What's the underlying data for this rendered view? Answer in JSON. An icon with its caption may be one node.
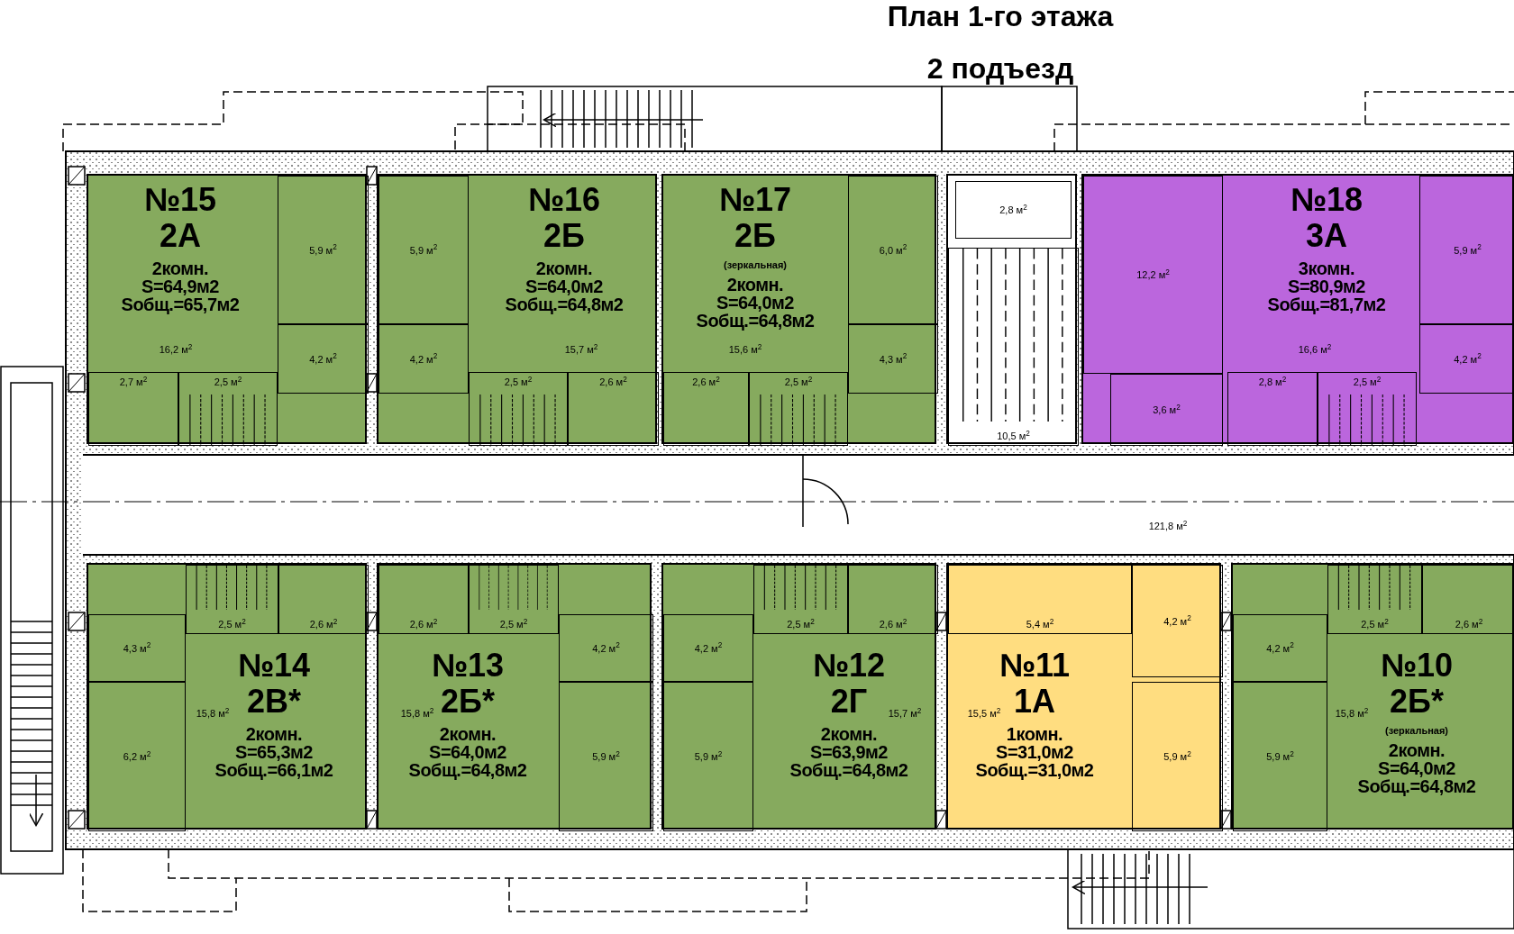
{
  "diagram": {
    "title": "План 1-го этажа",
    "nodes": [
      {
        "text": [
          "№15",
          "2А",
          "2комн.",
          "S=64,9м2",
          "Sобщ.=65,7м2",
          "16,2 м$^{2}$"
        ]
      },
      {
        "text": [
          "5,9 м$^{2}$"
        ],
        "in": 0
      },
      {
        "text": [
          "4,2 м$^{2}$"
        ],
        "in": 0
      },
      {
        "text": [
          "2,7 м$^{2}$"
        ],
        "in": 0
      },
      {
        "text": [
          "2,5 м$^{2}$"
        ],
        "in": 0
      },
      {
        "text": [
          "№16",
          "2Б",
          "2комн.",
          "S=64,0м2",
          "Sобщ.=64,8м2",
          "15,7 м$^{2}$"
        ]
      },
      {
        "text": [
          "5,9 м$^{2}$"
        ],
        "in": 5
      },
      {
        "text": [
          "4,2 м$^{2}$"
        ],
        "in": 5
      },
      {
        "text": [
          "2,5 м$^{2}$"
        ],
        "in": 5
      },
      {
        "text": [
          "2,6 м$^{2}$"
        ],
        "in": 5
      },
      {
        "text": [
          "№17",
          "2Б",
          "(зеркальная)",
          "2комн.",
          "S=64,0м2",
          "Sобщ.=64,8м2",
          "15,6 м$^{2}$"
        ]
      },
      {
        "text": [
          "6,0 м$^{2}$"
        ],
        "in": 10
      },
      {
        "text": [
          "4,3 м$^{2}$"
        ],
        "in": 10
      },
      {
        "text": [
          "2,6 м$^{2}$"
        ],
        "in": 10
      },
      {
        "text": [
          "2,5 м$^{2}$"
        ],
        "in": 10
      },
      {
        "text": [],
        "shape": "box"
      },
      {
        "text": [
          "2,8 м$^{2}$"
        ],
        "in": 15
      },
      {
        "text": [
          "10,5 м$^{2}$"
        ],
        "in": 15
      },
      {
        "text": [
          "№18",
          "3А",
          "3комн.",
          "S=80,9м2",
          "Sобщ.=81,7м2",
          "16,6 м$^{2}$"
        ]
      },
      {
        "text": [
          "12,2 м$^{2}$"
        ],
        "in": 18
      },
      {
        "text": [
          "3,6 м$^{2}$"
        ],
        "in": 18
      },
      {
        "text": [
          "5,9 м$^{2}$"
        ],
        "in": 18
      },
      {
        "text": [
          "4,2 м$^{2}$"
        ],
        "in": 18
      },
      {
        "text": [
          "2,8 м$^{2}$"
        ],
        "in": 18
      },
      {
        "text": [
          "2,5 м$^{2}$"
        ],
        "in": 18
      },
      {
        "text": [
          "121,8 м$^{2}$"
        ]
      },
      {
        "text": [
          "№14",
          "15,8 м$^{2}$",
          "2В*",
          "2комн.",
          "S=65,3м2",
          "Sобщ.=66,1м2"
        ]
      },
      {
        "text": [
          "2,5 м$^{2}$"
        ],
        "in": 26
      },
      {
        "text": [
          "2,6 м$^{2}$"
        ],
        "in": 26
      },
      {
        "text": [
          "4,3 м$^{2}$"
        ],
        "in": 26
      },
      {
        "text": [
          "6,2 м$^{2}$"
        ],
        "in": 26
      },
      {
        "text": [
          "№13",
          "15,8 м$^{2}$",
          "2Б*",
          "2комн.",
          "S=64,0м2",
          "Sобщ.=64,8м2"
        ]
      },
      {
        "text": [
          "2,6 м$^{2}$"
        ],
        "in": 31
      },
      {
        "text": [
          "2,5 м$^{2}$"
        ],
        "in": 31
      },
      {
        "text": [
          "4,2 м$^{2}$"
        ],
        "in": 31
      },
      {
        "text": [
          "5,9 м$^{2}$"
        ],
        "in": 31
      },
      {
        "text": [
          "№12",
          "2Г",
          "15,7 м$^{2}$",
          "2комн.",
          "S=63,9м2",
          "Sобщ.=64,8м2"
        ]
      },
      {
        "text": [
          "4,2 м$^{2}$"
        ],
        "in": 36
      },
      {
        "text": [
          "5,9 м$^{2}$"
        ],
        "in": 36
      },
      {
        "text": [
          "2,5 м$^{2}$"
        ],
        "in": 36
      },
      {
        "text": [
          "2,6 м$^{2}$"
        ],
        "in": 36
      },
      {
        "text": [
          "№11",
          "15,5 м$^{2}$",
          "1А",
          "1комн.",
          "S=31,0м2",
          "Sобщ.=31,0м2"
        ]
      },
      {
        "text": [
          "5,4 м$^{2}$"
        ],
        "in": 41
      },
      {
        "text": [
          "4,2 м$^{2}$"
        ],
        "in": 41
      },
      {
        "text": [
          "5,9 м$^{2}$"
        ],
        "in": 41
      },
      {
        "text": [
          "№10",
          "15,8 м$^{2}$",
          "2Б*",
          "(зеркальная)",
          "2комн.",
          "S=64,0м2",
          "Sобщ.=64,8м2"
        ]
      },
      {
        "text": [
          "4,2 м$^{2}$"
        ],
        "in": 45
      },
      {
        "text": [
          "5,9 м$^{2}$"
        ],
        "in": 45
      },
      {
        "text": [
          "2,5 м$^{2}$"
        ],
        "in": 45
      },
      {
        "text": [
          "2,6 м$^{2}$"
        ],
        "in": 45
      }
    ],
    "labels": [
      "2 подъезд"
    ]
  }
}
